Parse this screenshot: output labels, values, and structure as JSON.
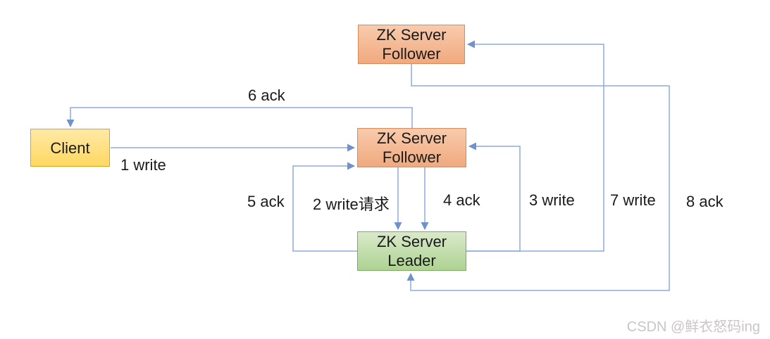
{
  "diagram": {
    "nodes": {
      "follower_top": {
        "label": "ZK Server\nFollower",
        "color": "orange"
      },
      "client": {
        "label": "Client",
        "color": "yellow"
      },
      "follower_mid": {
        "label": "ZK Server\nFollower",
        "color": "orange"
      },
      "leader": {
        "label": "ZK Server\nLeader",
        "color": "green"
      }
    },
    "edges": [
      {
        "label": "1 write",
        "from": "client",
        "to": "follower_mid"
      },
      {
        "label": "2 write请求",
        "from": "follower_mid",
        "to": "leader"
      },
      {
        "label": "3 write",
        "from": "leader",
        "to": "follower_mid"
      },
      {
        "label": "4 ack",
        "from": "follower_mid",
        "to": "leader"
      },
      {
        "label": "5 ack",
        "from": "leader",
        "to": "follower_mid"
      },
      {
        "label": "6 ack",
        "from": "follower_mid",
        "to": "client"
      },
      {
        "label": "7 write",
        "from": "leader",
        "to": "follower_top"
      },
      {
        "label": "8 ack",
        "from": "follower_top",
        "to": "leader"
      }
    ],
    "colors": {
      "line": "#8faadc",
      "arrowhead": "#6e92c9",
      "orange_fill": "#f4b183",
      "orange_border": "#dd8a5b",
      "yellow_fill": "#ffd966",
      "yellow_border": "#d9a521",
      "green_fill": "#a9d18e",
      "green_border": "#7ba960",
      "text": "#1a1a1a",
      "watermark": "#cbc5c5"
    },
    "watermark": "CSDN @鲜衣怒码ing"
  }
}
